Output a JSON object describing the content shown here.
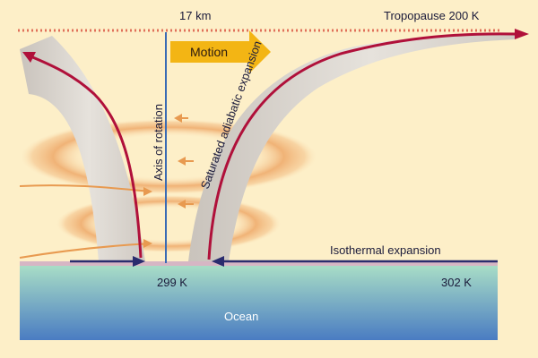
{
  "labels": {
    "height": "17 km",
    "tropopause": "Tropopause 200 K",
    "motion": "Motion",
    "axis": "Axis of rotation",
    "saturated": "Saturated adiabatic expansion",
    "isothermal": "Isothermal expansion",
    "temp_center": "299 K",
    "temp_outer": "302 K",
    "ocean": "Ocean"
  },
  "colors": {
    "background": "#fdefc8",
    "flow_red": "#b0103a",
    "inflow_navy": "#2a2c6e",
    "axis_blue": "#3a6bb4",
    "motion_yellow": "#f3b514",
    "tropopause_dots": "#e0705a",
    "rings": "#e89a50",
    "ocean_top": "#a8ddc6",
    "ocean_bottom": "#4a7cc2"
  },
  "icons": {
    "motion": "right-arrow-icon"
  }
}
